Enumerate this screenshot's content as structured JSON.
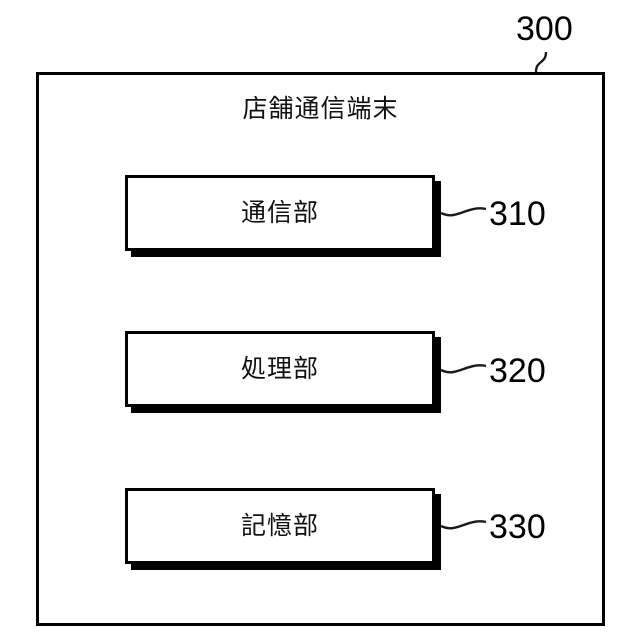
{
  "figure": {
    "number": "300",
    "device_title": "店舗通信端末",
    "blocks": [
      {
        "label": "通信部",
        "ref": "310"
      },
      {
        "label": "処理部",
        "ref": "320"
      },
      {
        "label": "記憶部",
        "ref": "330"
      }
    ],
    "colors": {
      "line": "#000000",
      "text": "#111111",
      "background": "#ffffff",
      "shadow": "#000000"
    }
  }
}
